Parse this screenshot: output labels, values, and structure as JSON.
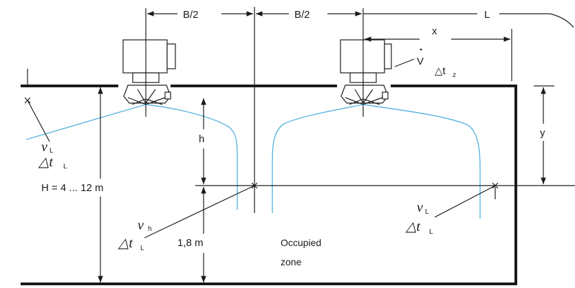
{
  "labels": {
    "half_spacing_left": "B/2",
    "half_spacing_right": "B/2",
    "throw_length": "L",
    "distance_x": "x",
    "distance_y": "y",
    "height_h": "h",
    "room_height": "H = 4 ... 12 m",
    "occupied_height": "1,8 m",
    "occupied_zone_line1": "Occupied",
    "occupied_zone_line2": "zone",
    "flow_rate": "V",
    "temp_diff_supply": "△t",
    "temp_diff_supply_sub": "z",
    "velocity_left": "v",
    "velocity_left_sub": "L",
    "temp_left": "△t",
    "temp_left_sub": "L",
    "velocity_h": "v",
    "velocity_h_sub": "h",
    "temp_h": "△t",
    "temp_h_sub": "L",
    "velocity_right": "v",
    "velocity_right_sub": "L",
    "temp_right": "△t",
    "temp_right_sub": "L"
  },
  "colors": {
    "line": "#1a1a1a",
    "airflow": "#5ab4e0",
    "background": "#ffffff"
  }
}
